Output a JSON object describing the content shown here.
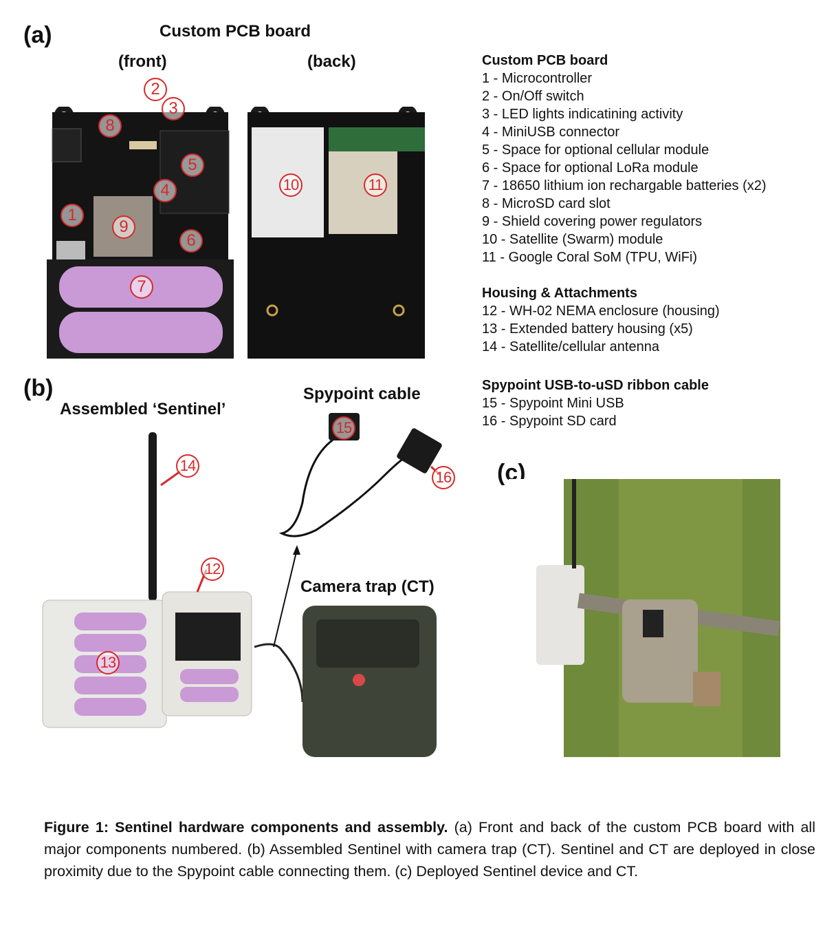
{
  "panels": {
    "a": "(a)",
    "b": "(b)",
    "c": "(c)"
  },
  "panel_a": {
    "title": "Custom PCB board",
    "front": "(front)",
    "back": "(back)"
  },
  "panel_b": {
    "assembled": "Assembled ‘Sentinel’",
    "spypoint": "Spypoint cable",
    "camera": "Camera trap (CT)"
  },
  "markers": [
    "1",
    "2",
    "3",
    "4",
    "5",
    "6",
    "7",
    "8",
    "9",
    "10",
    "11",
    "12",
    "13",
    "14",
    "15",
    "16"
  ],
  "legend": {
    "pcb": {
      "heading": "Custom PCB board",
      "items": [
        "1 - Microcontroller",
        "2 - On/Off switch",
        "3 - LED lights indicatining activity",
        "4 - MiniUSB connector",
        "5 - Space for optional cellular module",
        "6 - Space for optional LoRa module",
        "7 - 18650 lithium ion rechargable batteries (x2)",
        "8 - MicroSD card slot",
        "9 - Shield covering power regulators",
        "10 - Satellite (Swarm) module",
        "11 - Google Coral SoM (TPU, WiFi)"
      ]
    },
    "housing": {
      "heading": "Housing & Attachments",
      "items": [
        "12 - WH-02 NEMA enclosure (housing)",
        "13 - Extended battery housing (x5)",
        "14 - Satellite/cellular antenna"
      ]
    },
    "spypoint": {
      "heading": "Spypoint USB-to-uSD ribbon cable",
      "items": [
        "15 - Spypoint Mini USB",
        "16 - Spypoint SD card"
      ]
    }
  },
  "caption": {
    "bold": "Figure 1: Sentinel hardware components and assembly.",
    "text": " (a) Front and back of the custom PCB board with all major components numbered. (b) Assembled Sentinel with camera trap (CT). Sentinel and CT are deployed in close proximity due to the Spypoint cable connecting them. (c) Deployed Sentinel device and CT."
  },
  "colors": {
    "marker": "#d62a2a",
    "battery": "#c99ad6",
    "pcb": "#141414",
    "moss": "#6f8a3a"
  }
}
